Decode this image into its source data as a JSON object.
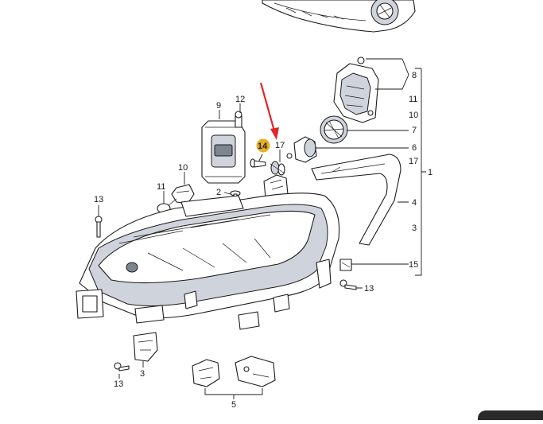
{
  "diagram": {
    "callouts": {
      "c1": "1",
      "c2": "2",
      "c3": "3",
      "c3b": "3",
      "c4": "4",
      "c5": "5",
      "c6": "6",
      "c7": "7",
      "c8": "8",
      "c9": "9",
      "c10a": "10",
      "c10b": "10",
      "c11a": "11",
      "c11b": "11",
      "c12": "12",
      "c13a": "13",
      "c13b": "13",
      "c13c": "13",
      "c14": "14",
      "c15": "15",
      "c17a": "17",
      "c17b": "17"
    },
    "highlight_color": "#e8b020",
    "arrow_color": "#e0262a"
  }
}
